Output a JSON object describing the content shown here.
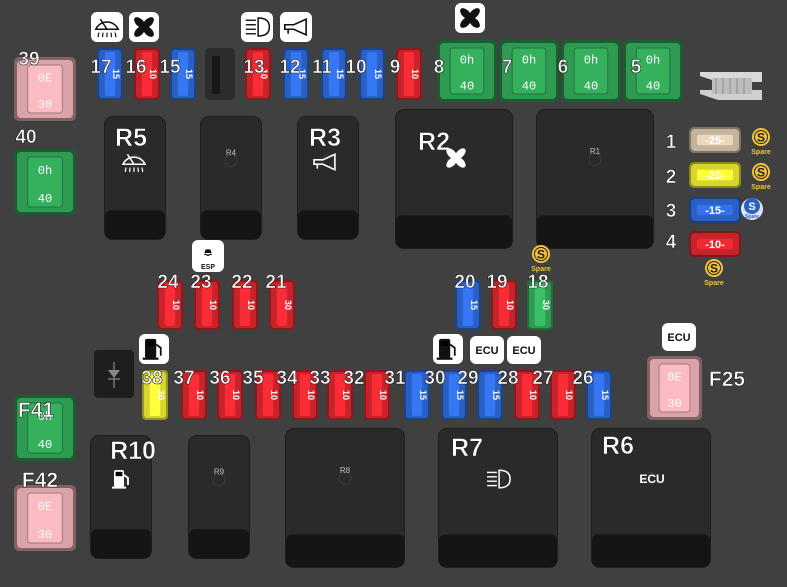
{
  "colors": {
    "background": "#404040",
    "relay": "#2a2a2a",
    "fuse_red": "#c8232b",
    "fuse_blue": "#2a5fc4",
    "fuse_yellow": "#d8d62e",
    "fuse_tan": "#c4b49c",
    "fuse_green": "#2e9a52",
    "fuse_pink": "#d9a3a9",
    "spare_badge": "#e3a823"
  },
  "mini_fuses": [
    {
      "id": "f17",
      "label": "17",
      "value": "15",
      "color": "blue",
      "icon": "wiper-icon"
    },
    {
      "id": "f16",
      "label": "16",
      "value": "10",
      "color": "red",
      "icon": "fan-icon"
    },
    {
      "id": "f15",
      "label": "15",
      "value": "15",
      "color": "blue"
    },
    {
      "id": "f13",
      "label": "13",
      "value": "10",
      "color": "red",
      "icon": "headlight-icon"
    },
    {
      "id": "f12",
      "label": "12",
      "value": "15",
      "color": "blue",
      "icon": "horn-icon"
    },
    {
      "id": "f11",
      "label": "11",
      "value": "15",
      "color": "blue"
    },
    {
      "id": "f10",
      "label": "10",
      "value": "15",
      "color": "blue"
    },
    {
      "id": "f9",
      "label": "9",
      "value": "10",
      "color": "red"
    },
    {
      "id": "f24",
      "label": "24",
      "value": "10",
      "color": "red"
    },
    {
      "id": "f23",
      "label": "23",
      "value": "10",
      "color": "red",
      "icon": "esp-icon",
      "icon_text": "ESP"
    },
    {
      "id": "f22",
      "label": "22",
      "value": "10",
      "color": "red"
    },
    {
      "id": "f21",
      "label": "21",
      "value": "30",
      "color": "red"
    },
    {
      "id": "f20",
      "label": "20",
      "value": "15",
      "color": "blue"
    },
    {
      "id": "f19",
      "label": "19",
      "value": "10",
      "color": "red"
    },
    {
      "id": "f18",
      "label": "18",
      "value": "30",
      "color": "green",
      "icon": "spare-icon"
    },
    {
      "id": "f38",
      "label": "38",
      "value": "20",
      "color": "yellow",
      "icon": "fuel-pump-icon"
    },
    {
      "id": "f37",
      "label": "37",
      "value": "10",
      "color": "red"
    },
    {
      "id": "f36",
      "label": "36",
      "value": "10",
      "color": "red"
    },
    {
      "id": "f35",
      "label": "35",
      "value": "10",
      "color": "red"
    },
    {
      "id": "f34",
      "label": "34",
      "value": "10",
      "color": "red"
    },
    {
      "id": "f33",
      "label": "33",
      "value": "10",
      "color": "red"
    },
    {
      "id": "f32",
      "label": "32",
      "value": "10",
      "color": "red"
    },
    {
      "id": "f31",
      "label": "31",
      "value": "15",
      "color": "blue"
    },
    {
      "id": "f30",
      "label": "30",
      "value": "15",
      "color": "blue",
      "icon": "fuel-pump-icon"
    },
    {
      "id": "f29",
      "label": "29",
      "value": "15",
      "color": "blue",
      "icon": "ecu-icon",
      "icon_text": "ECU"
    },
    {
      "id": "f28",
      "label": "28",
      "value": "10",
      "color": "red",
      "icon": "ecu-icon",
      "icon_text": "ECU"
    },
    {
      "id": "f27",
      "label": "27",
      "value": "10",
      "color": "red"
    },
    {
      "id": "f26",
      "label": "26",
      "value": "15",
      "color": "blue"
    }
  ],
  "side_fuses": [
    {
      "id": "f1",
      "label": "1",
      "value": "25",
      "color": "tan",
      "icon": "spare-icon",
      "icon_text": "Spare"
    },
    {
      "id": "f2",
      "label": "2",
      "value": "20",
      "color": "yellow",
      "icon": "spare-icon",
      "icon_text": "Spare"
    },
    {
      "id": "f3",
      "label": "3",
      "value": "15",
      "color": "blue",
      "icon": "spare-icon",
      "icon_text": "Spare"
    },
    {
      "id": "f4",
      "label": "4",
      "value": "10",
      "color": "red",
      "icon": "spare-icon",
      "icon_text": "Spare"
    }
  ],
  "cartridge_fuses": [
    {
      "id": "f8",
      "label": "8",
      "value": "40",
      "top_text": "0h",
      "color": "green",
      "icon": "fan-icon"
    },
    {
      "id": "f7",
      "label": "7",
      "value": "40",
      "top_text": "0h",
      "color": "green"
    },
    {
      "id": "f6",
      "label": "6",
      "value": "40",
      "top_text": "0h",
      "color": "green"
    },
    {
      "id": "f5",
      "label": "5",
      "value": "40",
      "top_text": "0h",
      "color": "green"
    },
    {
      "id": "f39",
      "label": "39",
      "value": "30",
      "top_text": "0E",
      "color": "pink"
    },
    {
      "id": "f40",
      "label": "40",
      "value": "40",
      "top_text": "0h",
      "color": "green"
    },
    {
      "id": "f41",
      "label": "F41",
      "value": "40",
      "top_text": "0h",
      "color": "green"
    },
    {
      "id": "f42",
      "label": "F42",
      "value": "30",
      "top_text": "0E",
      "color": "pink"
    },
    {
      "id": "f25",
      "label": "F25",
      "value": "30",
      "top_text": "0E",
      "color": "pink",
      "icon": "ecu-icon",
      "icon_text": "ECU"
    }
  ],
  "relays": [
    {
      "id": "r5",
      "label": "R5",
      "icon": "wiper-icon"
    },
    {
      "id": "r4",
      "label": "R4"
    },
    {
      "id": "r3",
      "label": "R3",
      "icon": "horn-icon"
    },
    {
      "id": "r2",
      "label": "R2",
      "icon": "fan-icon"
    },
    {
      "id": "r1",
      "label": "R1"
    },
    {
      "id": "r10",
      "label": "R10",
      "icon": "fuel-pump-icon"
    },
    {
      "id": "r9",
      "label": "R9"
    },
    {
      "id": "r8",
      "label": "R8"
    },
    {
      "id": "r7",
      "label": "R7",
      "icon": "headlight-icon"
    },
    {
      "id": "r6",
      "label": "R6",
      "icon": "ecu-icon",
      "icon_text": "ECU"
    }
  ],
  "fuse_puller": {
    "icon": "fuse-puller-icon"
  },
  "diode": {
    "icon": "diode-icon"
  }
}
